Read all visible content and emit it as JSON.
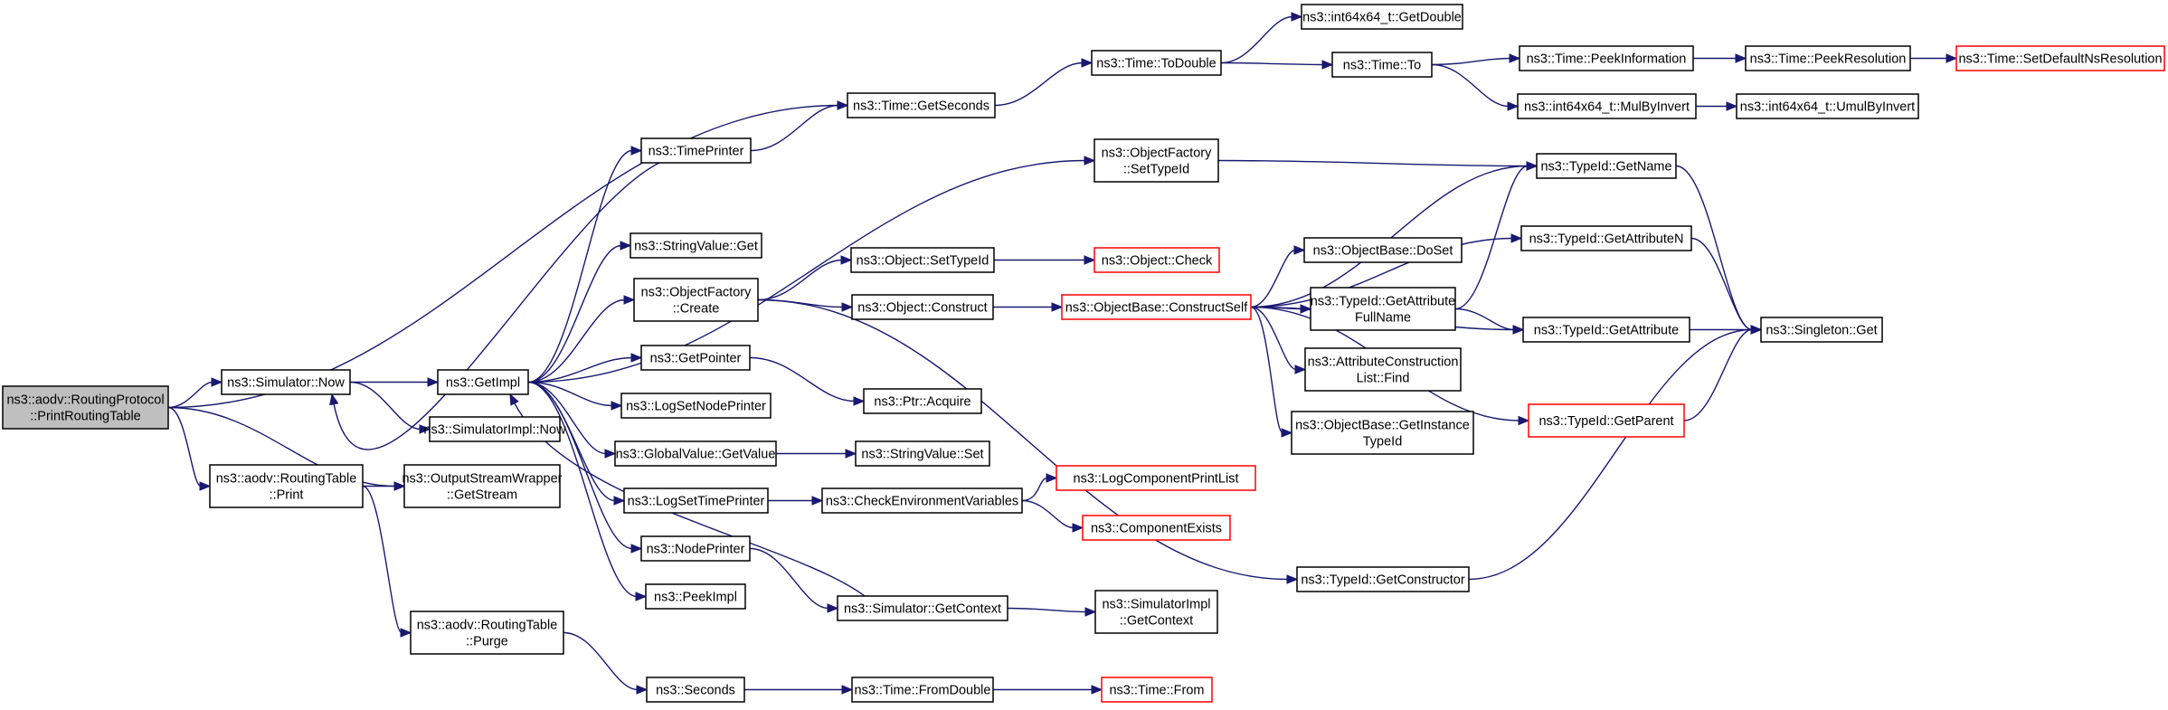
{
  "colors": {
    "edge": "#191970",
    "border_normal": "#000000",
    "border_truncated": "#ff0000",
    "fill_normal": "#ffffff",
    "fill_root": "#bfbfbf"
  },
  "nodes": [
    {
      "id": "root",
      "lines": [
        "ns3::aodv::RoutingProtocol",
        "::PrintRoutingTable"
      ],
      "style": "root"
    },
    {
      "id": "simnow",
      "lines": [
        "ns3::Simulator::Now"
      ],
      "style": "normal"
    },
    {
      "id": "rtprint",
      "lines": [
        "ns3::aodv::RoutingTable",
        "::Print"
      ],
      "style": "normal"
    },
    {
      "id": "oswgs",
      "lines": [
        "ns3::OutputStreamWrapper",
        "::GetStream"
      ],
      "style": "normal"
    },
    {
      "id": "rtpurge",
      "lines": [
        "ns3::aodv::RoutingTable",
        "::Purge"
      ],
      "style": "normal"
    },
    {
      "id": "getimpl",
      "lines": [
        "ns3::GetImpl"
      ],
      "style": "normal"
    },
    {
      "id": "simimplnow",
      "lines": [
        "ns3::SimulatorImpl::Now"
      ],
      "style": "normal"
    },
    {
      "id": "timegetsec",
      "lines": [
        "ns3::Time::GetSeconds"
      ],
      "style": "normal"
    },
    {
      "id": "timeprinter",
      "lines": [
        "ns3::TimePrinter"
      ],
      "style": "normal"
    },
    {
      "id": "svget",
      "lines": [
        "ns3::StringValue::Get"
      ],
      "style": "normal"
    },
    {
      "id": "ofcreate",
      "lines": [
        "ns3::ObjectFactory",
        "::Create"
      ],
      "style": "normal"
    },
    {
      "id": "getpointer",
      "lines": [
        "ns3::GetPointer"
      ],
      "style": "normal"
    },
    {
      "id": "logsetnode",
      "lines": [
        "ns3::LogSetNodePrinter"
      ],
      "style": "normal"
    },
    {
      "id": "gvgetvalue",
      "lines": [
        "ns3::GlobalValue::GetValue"
      ],
      "style": "normal"
    },
    {
      "id": "logsettime",
      "lines": [
        "ns3::LogSetTimePrinter"
      ],
      "style": "normal"
    },
    {
      "id": "nodeprinter",
      "lines": [
        "ns3::NodePrinter"
      ],
      "style": "normal"
    },
    {
      "id": "peekimpl",
      "lines": [
        "ns3::PeekImpl"
      ],
      "style": "normal"
    },
    {
      "id": "seconds",
      "lines": [
        "ns3::Seconds"
      ],
      "style": "normal"
    },
    {
      "id": "timetodouble",
      "lines": [
        "ns3::Time::ToDouble"
      ],
      "style": "normal"
    },
    {
      "id": "ofsettypeid",
      "lines": [
        "ns3::ObjectFactory",
        "::SetTypeId"
      ],
      "style": "normal"
    },
    {
      "id": "objsettypeid",
      "lines": [
        "ns3::Object::SetTypeId"
      ],
      "style": "normal"
    },
    {
      "id": "objconstruct",
      "lines": [
        "ns3::Object::Construct"
      ],
      "style": "normal"
    },
    {
      "id": "ptracquire",
      "lines": [
        "ns3::Ptr::Acquire"
      ],
      "style": "normal"
    },
    {
      "id": "svset",
      "lines": [
        "ns3::StringValue::Set"
      ],
      "style": "normal"
    },
    {
      "id": "checkenv",
      "lines": [
        "ns3::CheckEnvironmentVariables"
      ],
      "style": "normal"
    },
    {
      "id": "simgetctx",
      "lines": [
        "ns3::Simulator::GetContext"
      ],
      "style": "normal"
    },
    {
      "id": "timefromdouble",
      "lines": [
        "ns3::Time::FromDouble"
      ],
      "style": "normal"
    },
    {
      "id": "int64getdouble",
      "lines": [
        "ns3::int64x64_t::GetDouble"
      ],
      "style": "normal"
    },
    {
      "id": "timeto",
      "lines": [
        "ns3::Time::To"
      ],
      "style": "normal"
    },
    {
      "id": "objcheck",
      "lines": [
        "ns3::Object::Check"
      ],
      "style": "truncated"
    },
    {
      "id": "obconstructself",
      "lines": [
        "ns3::ObjectBase::ConstructSelf"
      ],
      "style": "truncated"
    },
    {
      "id": "logcompprint",
      "lines": [
        "ns3::LogComponentPrintList"
      ],
      "style": "truncated"
    },
    {
      "id": "compexists",
      "lines": [
        "ns3::ComponentExists"
      ],
      "style": "truncated"
    },
    {
      "id": "simimplgetctx",
      "lines": [
        "ns3::SimulatorImpl",
        "::GetContext"
      ],
      "style": "normal"
    },
    {
      "id": "timefrom",
      "lines": [
        "ns3::Time::From"
      ],
      "style": "truncated"
    },
    {
      "id": "obdoset",
      "lines": [
        "ns3::ObjectBase::DoSet"
      ],
      "style": "normal"
    },
    {
      "id": "tidgetattrfull",
      "lines": [
        "ns3::TypeId::GetAttribute",
        "FullName"
      ],
      "style": "normal"
    },
    {
      "id": "aclfind",
      "lines": [
        "ns3::AttributeConstruction",
        "List::Find"
      ],
      "style": "normal"
    },
    {
      "id": "obgetinst",
      "lines": [
        "ns3::ObjectBase::GetInstance",
        "TypeId"
      ],
      "style": "normal"
    },
    {
      "id": "tidgetctor",
      "lines": [
        "ns3::TypeId::GetConstructor"
      ],
      "style": "normal"
    },
    {
      "id": "timepeekinfo",
      "lines": [
        "ns3::Time::PeekInformation"
      ],
      "style": "normal"
    },
    {
      "id": "int64mulbyinv",
      "lines": [
        "ns3::int64x64_t::MulByInvert"
      ],
      "style": "normal"
    },
    {
      "id": "tidgetname",
      "lines": [
        "ns3::TypeId::GetName"
      ],
      "style": "normal"
    },
    {
      "id": "tidgetattrn",
      "lines": [
        "ns3::TypeId::GetAttributeN"
      ],
      "style": "normal"
    },
    {
      "id": "tidgetattr",
      "lines": [
        "ns3::TypeId::GetAttribute"
      ],
      "style": "normal"
    },
    {
      "id": "tidgetparent",
      "lines": [
        "ns3::TypeId::GetParent"
      ],
      "style": "truncated"
    },
    {
      "id": "timepeekres",
      "lines": [
        "ns3::Time::PeekResolution"
      ],
      "style": "normal"
    },
    {
      "id": "int64umulbyinv",
      "lines": [
        "ns3::int64x64_t::UmulByInvert"
      ],
      "style": "normal"
    },
    {
      "id": "singletonget",
      "lines": [
        "ns3::Singleton::Get"
      ],
      "style": "normal"
    },
    {
      "id": "timesetdefres",
      "lines": [
        "ns3::Time::SetDefaultNsResolution"
      ],
      "style": "truncated"
    }
  ],
  "edges": [
    [
      "root",
      "simnow"
    ],
    [
      "root",
      "timegetsec"
    ],
    [
      "root",
      "rtprint"
    ],
    [
      "root",
      "oswgs"
    ],
    [
      "simnow",
      "getimpl"
    ],
    [
      "simnow",
      "simimplnow"
    ],
    [
      "rtprint",
      "oswgs"
    ],
    [
      "rtprint",
      "rtpurge"
    ],
    [
      "rtpurge",
      "seconds"
    ],
    [
      "getimpl",
      "timeprinter"
    ],
    [
      "getimpl",
      "svget"
    ],
    [
      "getimpl",
      "ofcreate"
    ],
    [
      "getimpl",
      "ofsettypeid"
    ],
    [
      "getimpl",
      "getpointer"
    ],
    [
      "getimpl",
      "logsetnode"
    ],
    [
      "getimpl",
      "gvgetvalue"
    ],
    [
      "getimpl",
      "logsettime"
    ],
    [
      "getimpl",
      "nodeprinter"
    ],
    [
      "getimpl",
      "peekimpl"
    ],
    [
      "timeprinter",
      "simnow"
    ],
    [
      "timeprinter",
      "timegetsec"
    ],
    [
      "nodeprinter",
      "simgetctx"
    ],
    [
      "simgetctx",
      "getimpl"
    ],
    [
      "simgetctx",
      "simimplgetctx"
    ],
    [
      "timegetsec",
      "timetodouble"
    ],
    [
      "timetodouble",
      "int64getdouble"
    ],
    [
      "timetodouble",
      "timeto"
    ],
    [
      "timeto",
      "timepeekinfo"
    ],
    [
      "timeto",
      "int64mulbyinv"
    ],
    [
      "timepeekinfo",
      "timepeekres"
    ],
    [
      "timepeekres",
      "timesetdefres"
    ],
    [
      "int64mulbyinv",
      "int64umulbyinv"
    ],
    [
      "ofsettypeid",
      "tidgetname"
    ],
    [
      "ofcreate",
      "objsettypeid"
    ],
    [
      "ofcreate",
      "objconstruct"
    ],
    [
      "ofcreate",
      "tidgetctor"
    ],
    [
      "objsettypeid",
      "objcheck"
    ],
    [
      "objconstruct",
      "obconstructself"
    ],
    [
      "getpointer",
      "ptracquire"
    ],
    [
      "gvgetvalue",
      "svset"
    ],
    [
      "logsettime",
      "checkenv"
    ],
    [
      "checkenv",
      "logcompprint"
    ],
    [
      "checkenv",
      "compexists"
    ],
    [
      "seconds",
      "timefromdouble"
    ],
    [
      "timefromdouble",
      "timefrom"
    ],
    [
      "obconstructself",
      "tidgetname"
    ],
    [
      "obconstructself",
      "tidgetattrn"
    ],
    [
      "obconstructself",
      "obdoset"
    ],
    [
      "obconstructself",
      "tidgetattrfull"
    ],
    [
      "obconstructself",
      "aclfind"
    ],
    [
      "obconstructself",
      "obgetinst"
    ],
    [
      "obconstructself",
      "tidgetparent"
    ],
    [
      "obconstructself",
      "tidgetattr"
    ],
    [
      "tidgetattrfull",
      "tidgetname"
    ],
    [
      "tidgetattrfull",
      "tidgetattr"
    ],
    [
      "tidgetname",
      "singletonget"
    ],
    [
      "tidgetattrn",
      "singletonget"
    ],
    [
      "tidgetattr",
      "singletonget"
    ],
    [
      "tidgetparent",
      "singletonget"
    ],
    [
      "tidgetctor",
      "singletonget"
    ]
  ]
}
